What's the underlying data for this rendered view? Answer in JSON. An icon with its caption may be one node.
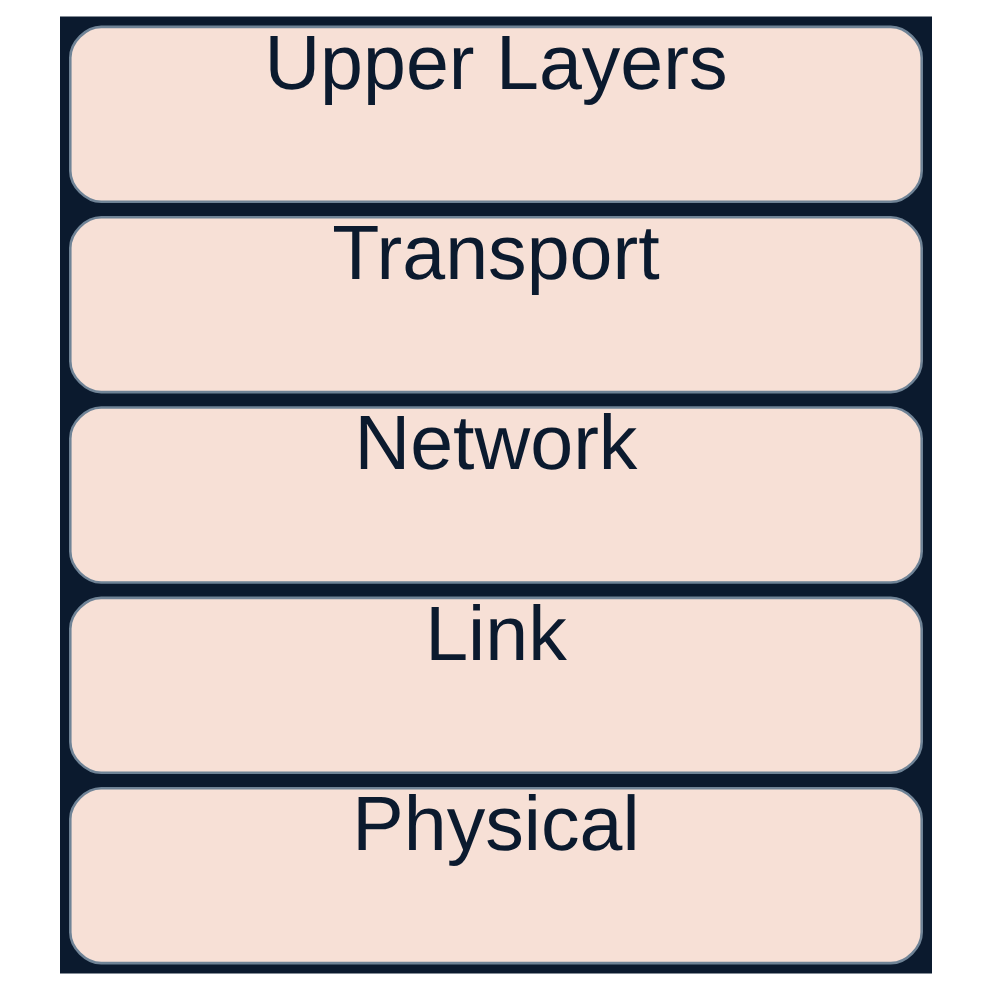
{
  "diagram": {
    "nodes": [
      {
        "text": [
          "Upper Layers"
        ]
      },
      {
        "text": [
          "Transport"
        ]
      },
      {
        "text": [
          "Network"
        ]
      },
      {
        "text": [
          "Link"
        ]
      },
      {
        "text": [
          "Physical"
        ]
      }
    ]
  }
}
